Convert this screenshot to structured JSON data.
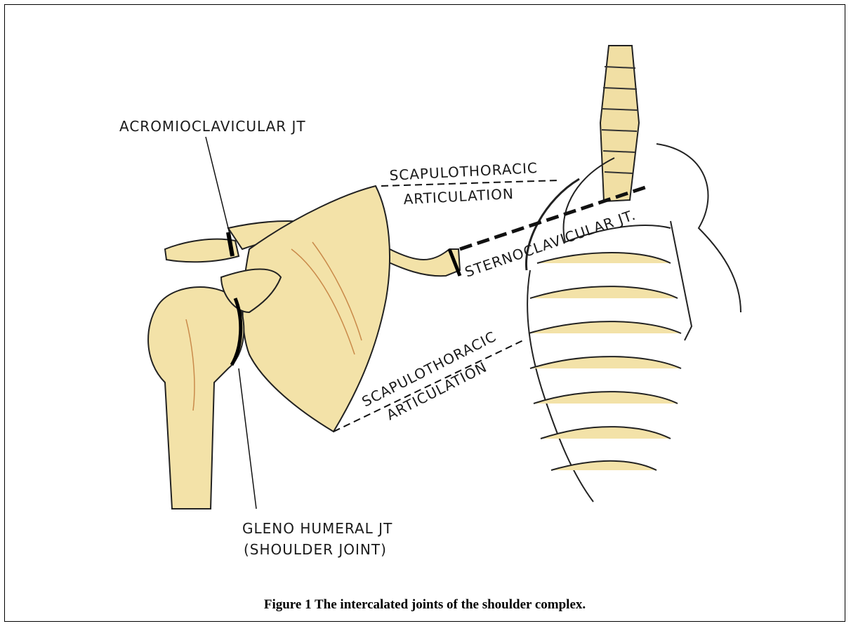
{
  "labels": {
    "acromioclavicular": "ACROMIOCLAVICULAR JT",
    "scapulothoracic_upper_1": "SCAPULOTHORACIC",
    "scapulothoracic_upper_2": "ARTICULATION",
    "sternoclavicular": "STERNOCLAVICULAR JT.",
    "scapulothoracic_lower_1": "SCAPULOTHORACIC",
    "scapulothoracic_lower_2": "ARTICULATION",
    "glenohumeral_1": "GLENO HUMERAL JT",
    "glenohumeral_2": "(SHOULDER JOINT)"
  },
  "caption": "Figure 1 The intercalated joints of the shoulder complex.",
  "colors": {
    "bone": "#f3e2a8",
    "bone_shade": "#d9a85a",
    "ink": "#1a1a1a"
  }
}
